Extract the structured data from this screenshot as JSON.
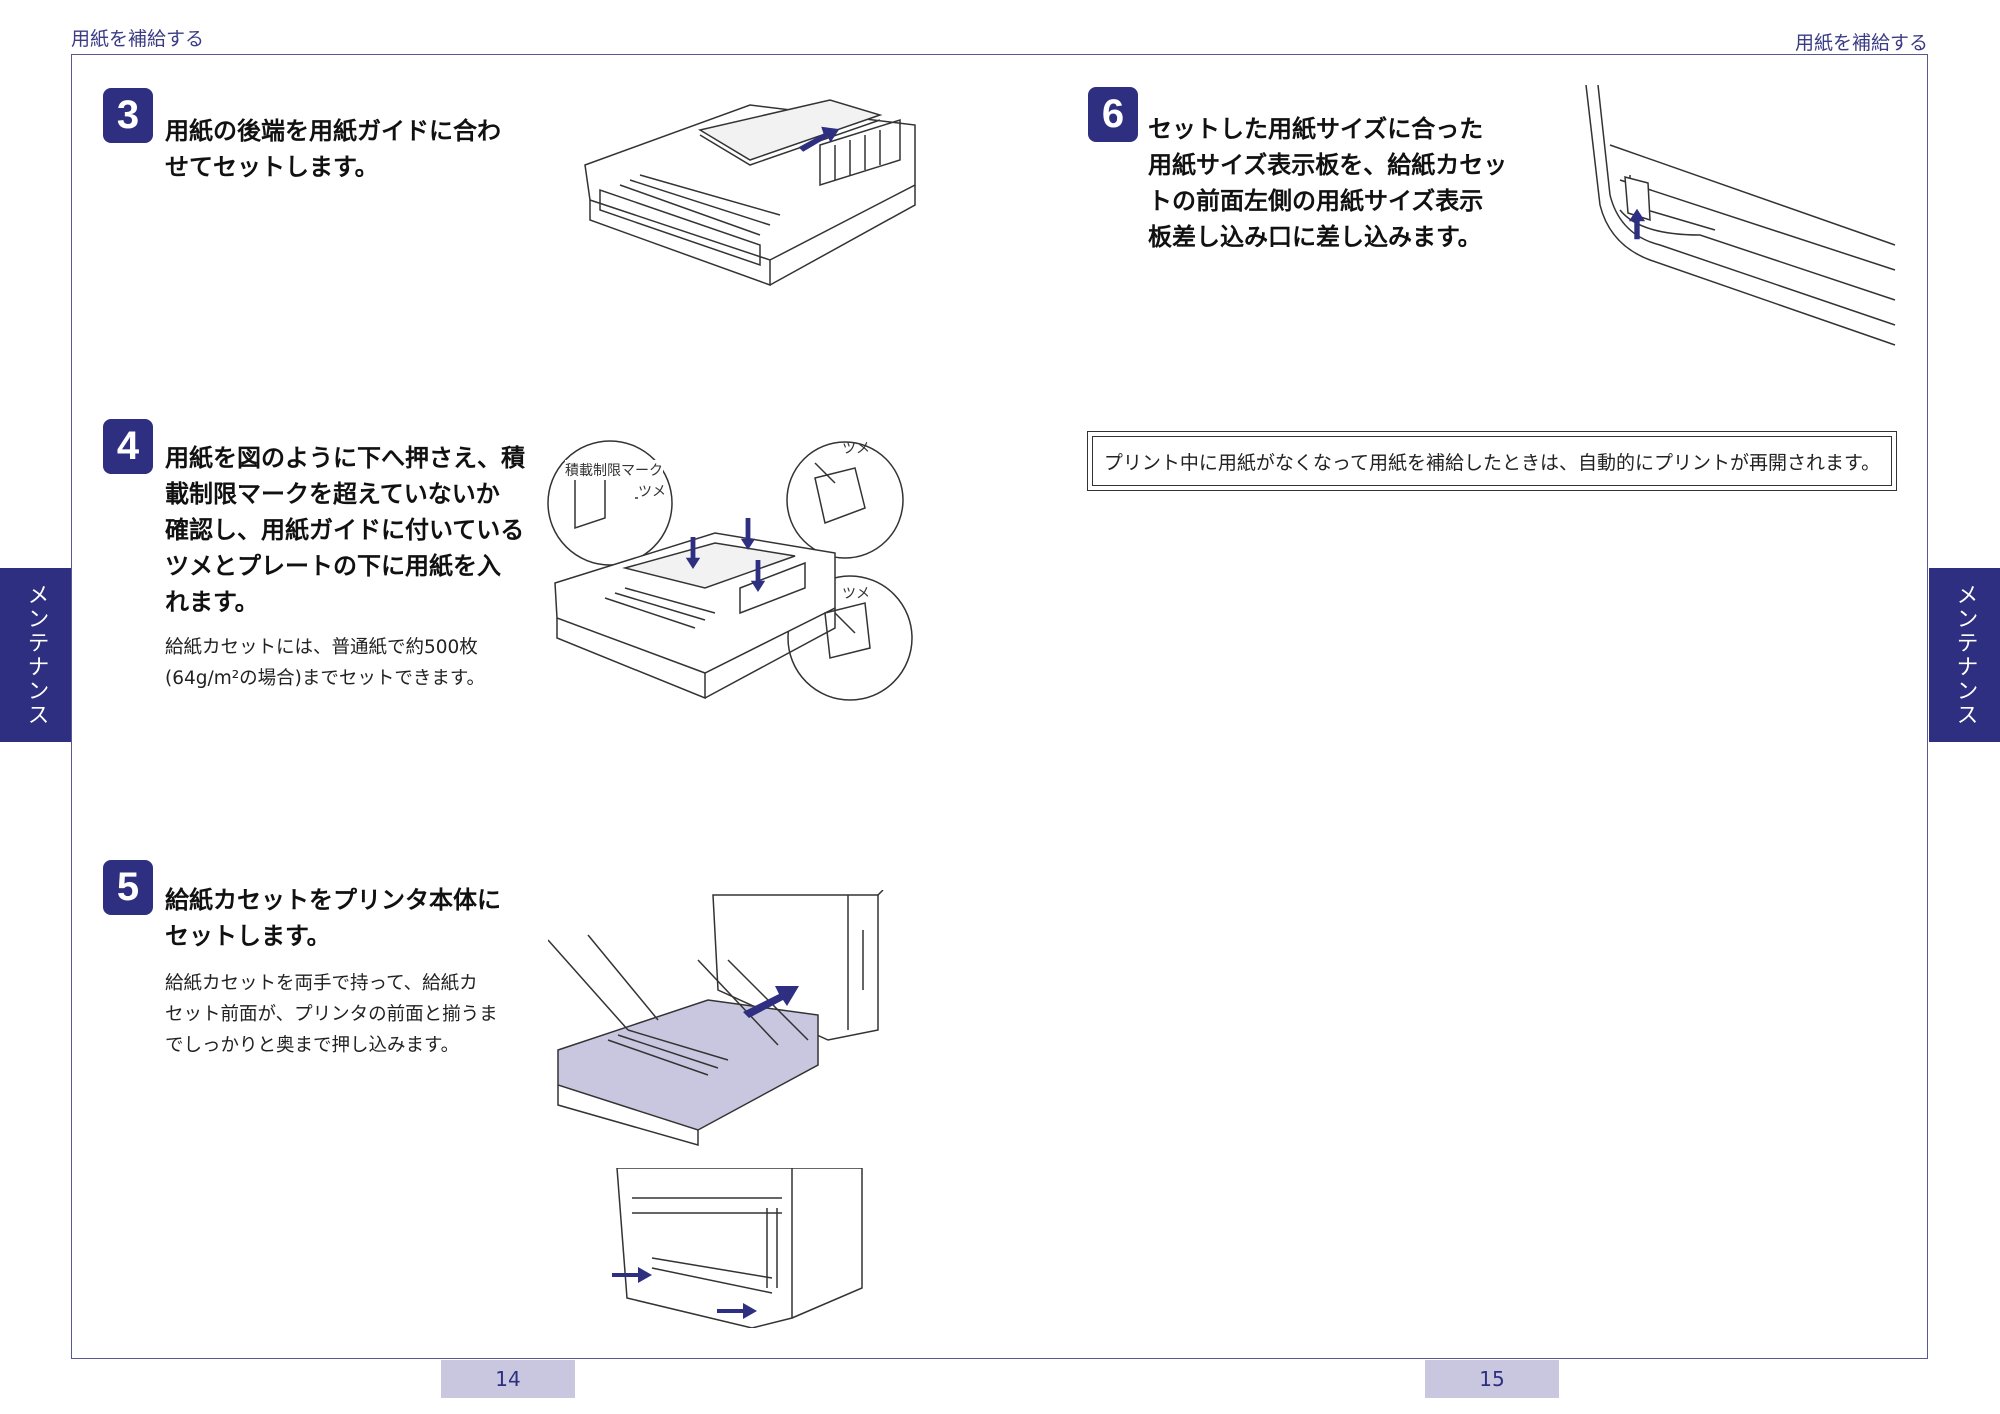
{
  "header": {
    "left_title": "用紙を補給する",
    "right_title": "用紙を補給する"
  },
  "side_tab": {
    "left": "メンテナンス",
    "right": "メンテナンス"
  },
  "steps": [
    {
      "number": "3",
      "title_lines": [
        "用紙の後端を用紙ガイドに合わ",
        "せてセットします。"
      ],
      "note_lines": []
    },
    {
      "number": "4",
      "title_lines": [
        "用紙を図のように下へ押さえ、積",
        "載制限マークを超えていないか",
        "確認し、用紙ガイドに付いている",
        "ツメとプレートの下に用紙を入",
        "れます。"
      ],
      "note_lines": [
        "給紙カセットには、普通紙で約500枚",
        "(64g/m²の場合)までセットできます。"
      ],
      "labels": {
        "limit_mark": "積載制限マーク",
        "claw_1": "ツメ",
        "claw_2": "ツメ",
        "claw_3": "ツメ"
      }
    },
    {
      "number": "5",
      "title_lines": [
        "給紙カセットをプリンタ本体に",
        "セットします。"
      ],
      "note_lines": [
        "給紙カセットを両手で持って、給紙カ",
        "セット前面が、プリンタの前面と揃うま",
        "でしっかりと奥まで押し込みます。"
      ]
    },
    {
      "number": "6",
      "title_lines": [
        "セットした用紙サイズに合った",
        "用紙サイズ表示板を、給紙カセッ",
        "トの前面左側の用紙サイズ表示",
        "板差し込み口に差し込みます。"
      ],
      "note_lines": []
    }
  ],
  "notice": "プリント中に用紙がなくなって用紙を補給したときは、自動的にプリントが再開されます。",
  "page_numbers": {
    "left": "14",
    "right": "15"
  },
  "colors": {
    "accent": "#2e2f80",
    "page_num_bg": "#c9c7e0",
    "frame": "#5a5890"
  },
  "icons": [
    "up-arrow-icon",
    "down-arrow-icon",
    "right-arrow-icon"
  ]
}
